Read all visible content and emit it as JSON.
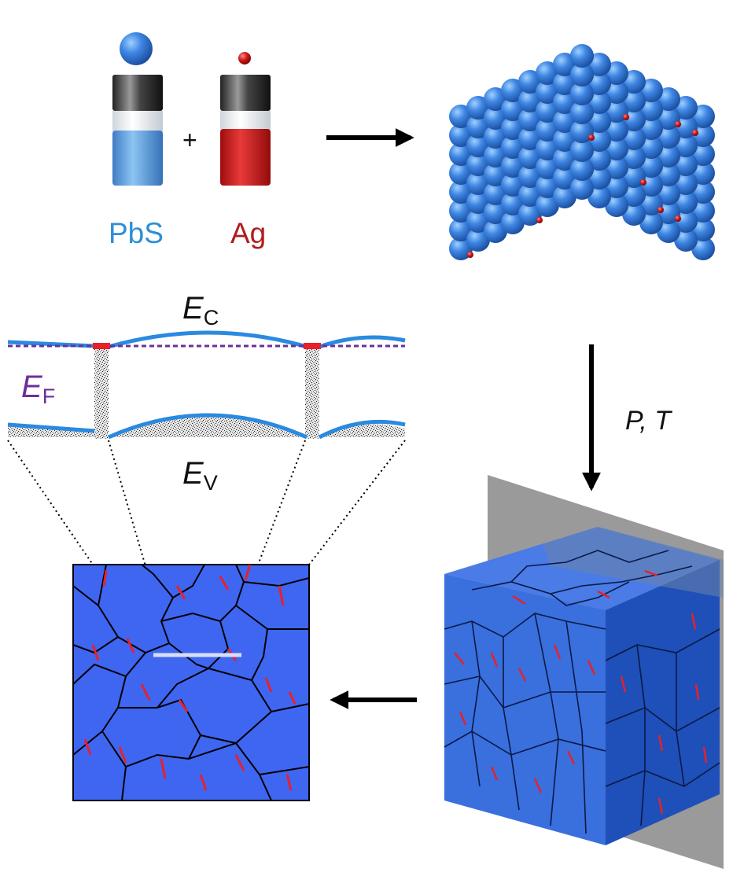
{
  "labels": {
    "pbs": "PbS",
    "ag": "Ag",
    "plus": "+",
    "conduction_main": "E",
    "conduction_sub": "C",
    "fermi_main": "E",
    "fermi_sub": "F",
    "valence_main": "E",
    "valence_sub": "V",
    "process_conditions": "P, T"
  },
  "icons": {
    "pbs_vial": "blue-vial-icon",
    "ag_vial": "red-vial-icon",
    "nanocrystal_cube": "sphere-lattice-cube",
    "sintered_cube": "polycrystal-cube",
    "grain_slice": "grain-cross-section"
  },
  "colors": {
    "pbs_blue": "#3a82e0",
    "ag_red": "#c81414",
    "grain_blue": "#3f66f0",
    "boundary_red": "#e8202a",
    "fermi_purple": "#6a2f9c",
    "band_blue": "#2a8ae0"
  }
}
